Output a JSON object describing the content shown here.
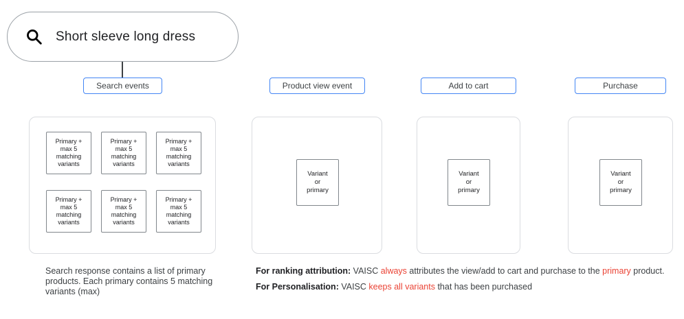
{
  "search_bar": {
    "query": "Short sleeve long dress",
    "icon": "search-icon"
  },
  "event_columns": [
    {
      "label": "Search events",
      "boxes": [
        "Primary + max 5 matching variants",
        "Primary + max 5 matching variants",
        "Primary + max 5 matching variants",
        "Primary + max 5 matching variants",
        "Primary + max 5 matching variants",
        "Primary + max 5 matching variants"
      ]
    },
    {
      "label": "Product view event",
      "boxes": [
        "Variant or primary"
      ]
    },
    {
      "label": "Add to cart",
      "boxes": [
        "Variant or primary"
      ]
    },
    {
      "label": "Purchase",
      "boxes": [
        "Variant or primary"
      ]
    }
  ],
  "notes": {
    "search_note": "Search response contains a list of primary products. Each primary contains 5 matching variants (max)",
    "ranking": {
      "label": "For ranking attribution:",
      "seg1": " VAISC ",
      "seg2": "always",
      "seg3": " attributes the view/add to cart and purchase to the ",
      "seg4": "primary",
      "seg5": " product."
    },
    "personalisation": {
      "label": "For Personalisation:",
      "seg1": " VAISC ",
      "seg2": "keeps all variants",
      "seg3": " that has been purchased"
    }
  },
  "colors": {
    "accent_blue": "#4285f4",
    "highlight_red": "#ea4335",
    "container_border": "#dadce0",
    "box_border": "#80868b",
    "text": "#202124"
  }
}
